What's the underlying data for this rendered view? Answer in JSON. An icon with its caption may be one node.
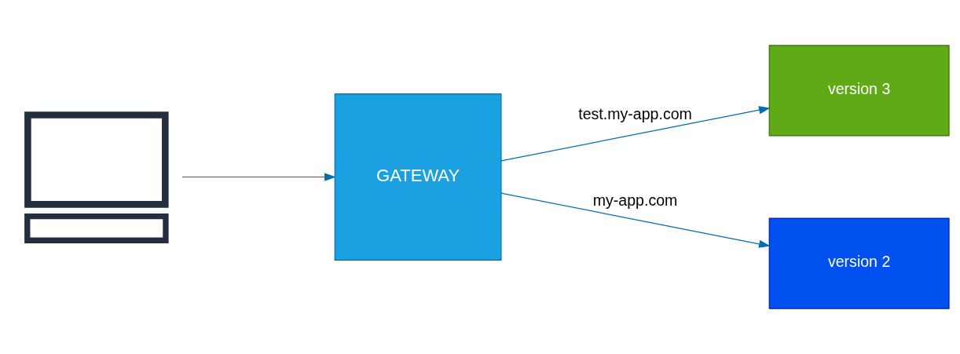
{
  "diagram": {
    "nodes": [
      {
        "text": [],
        "shape": "computer"
      },
      {
        "text": [
          "GATEWAY"
        ]
      },
      {
        "text": [
          "version 3"
        ]
      },
      {
        "text": [
          "version 2"
        ]
      }
    ],
    "edges": [
      {
        "from": 0,
        "to": 1,
        "arrow": "to"
      },
      {
        "from": 1,
        "to": 2,
        "arrow": "to",
        "label": "test.my-app.com"
      },
      {
        "from": 1,
        "to": 3,
        "arrow": "to",
        "label": "my-app.com"
      }
    ]
  }
}
